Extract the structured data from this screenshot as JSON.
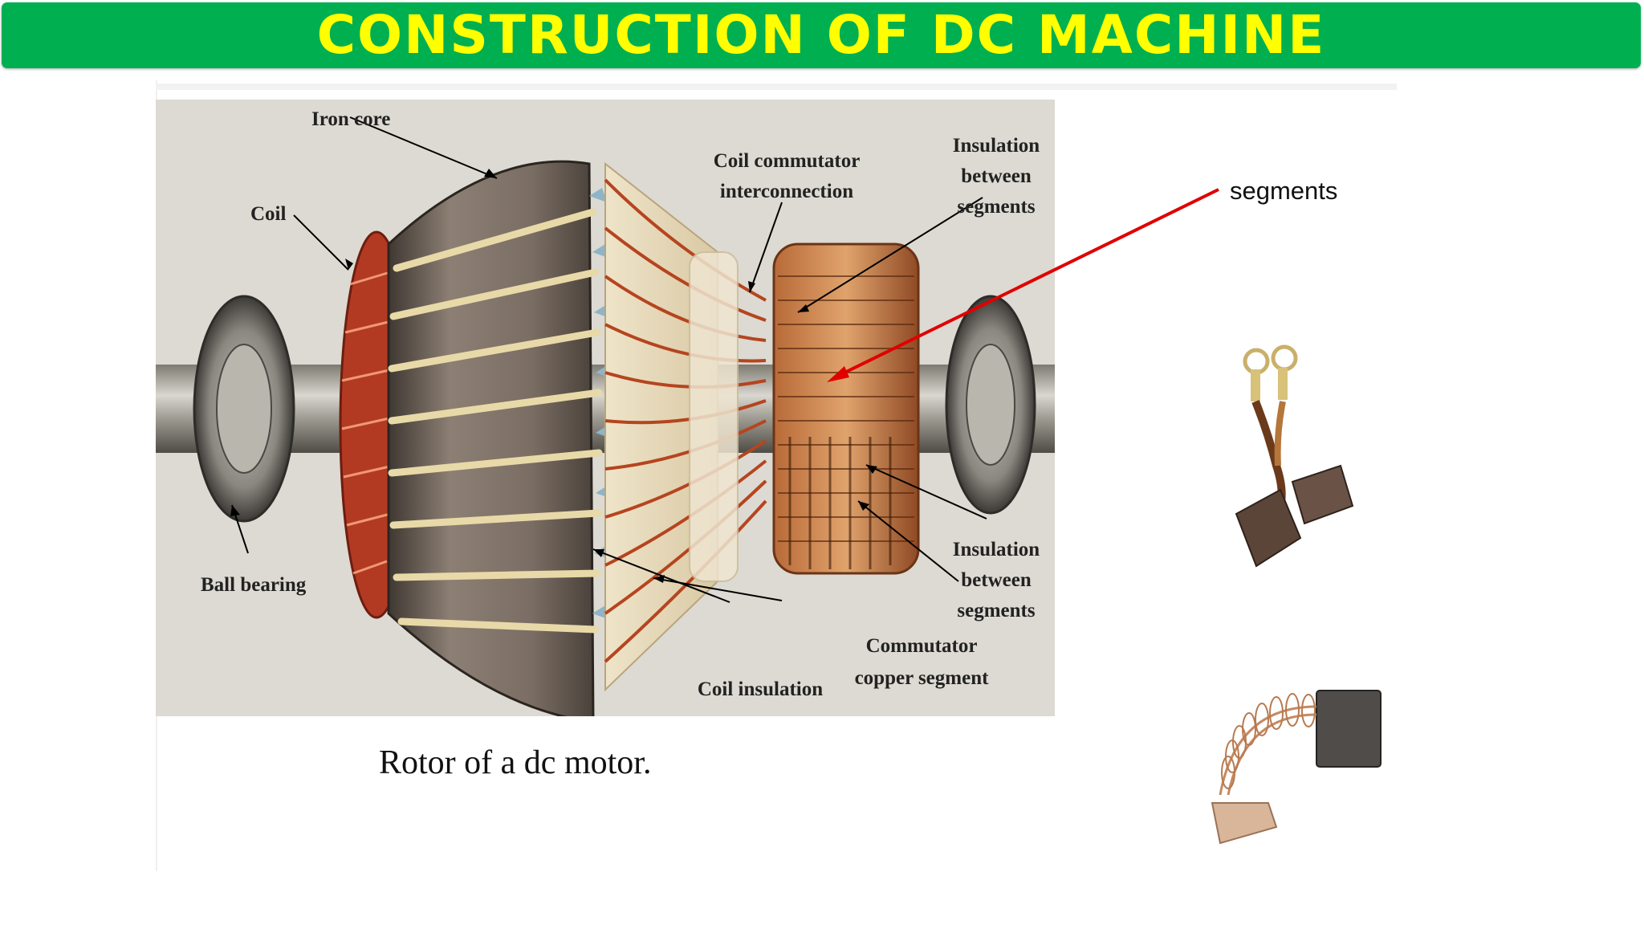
{
  "title": "CONSTRUCTION OF DC MACHINE",
  "caption": "Rotor of a dc motor.",
  "labels": {
    "iron_core": "Iron core",
    "coil": "Coil",
    "ball_bearing": "Ball bearing",
    "coil_commutator_1": "Coil commutator",
    "coil_commutator_2": "interconnection",
    "insulation_top_1": "Insulation",
    "insulation_top_2": "between",
    "insulation_top_3": "segments",
    "insulation_bottom_1": "Insulation",
    "insulation_bottom_2": "between",
    "insulation_bottom_3": "segments",
    "commutator_1": "Commutator",
    "commutator_2": "copper segment",
    "coil_insulation": "Coil insulation",
    "segments": "segments"
  },
  "colors": {
    "banner": "#00b050",
    "title": "#ffff00",
    "pointer_arrow": "#e00000",
    "copper": "#c2552a",
    "iron": "#6e6259"
  },
  "icons": [
    "carbon-brush-with-leads",
    "carbon-brush-with-spring"
  ]
}
